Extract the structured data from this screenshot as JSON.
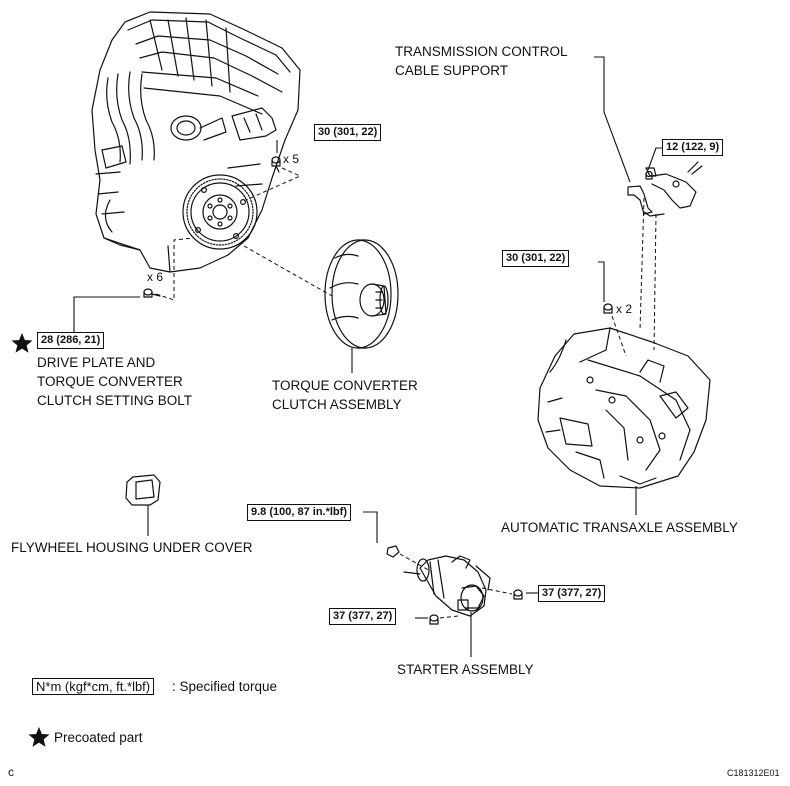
{
  "labels": {
    "transmission_control_cable_support": [
      "TRANSMISSION CONTROL",
      "CABLE SUPPORT"
    ],
    "drive_plate_bolt": [
      "DRIVE PLATE AND",
      "TORQUE CONVERTER",
      "CLUTCH SETTING BOLT"
    ],
    "torque_converter": [
      "TORQUE CONVERTER",
      "CLUTCH ASSEMBLY"
    ],
    "flywheel_cover": "FLYWHEEL HOUSING UNDER COVER",
    "automatic_transaxle": "AUTOMATIC TRANSAXLE ASSEMBLY",
    "starter": "STARTER ASSEMBLY"
  },
  "torques": {
    "engine_bolts": "30 (301, 22)",
    "drive_plate": "28 (286, 21)",
    "cable_support": "12 (122, 9)",
    "transaxle_bolts": "30 (301, 22)",
    "starter_nut": "9.8 (100, 87 in.*lbf)",
    "starter_bolt_right": "37 (377, 27)",
    "starter_bolt_left": "37 (377, 27)"
  },
  "quantities": {
    "engine_bolts": "x 5",
    "drive_plate_bolts": "x 6",
    "transaxle_bolts": "x 2"
  },
  "legend": {
    "unit_box": "N*m (kgf*cm, ft.*lbf)",
    "unit_text": ": Specified torque",
    "precoated": "Precoated part"
  },
  "footer": {
    "corner_letter": "c",
    "figure_code": "C181312E01"
  },
  "icons": {
    "precoat": "star-icon"
  }
}
